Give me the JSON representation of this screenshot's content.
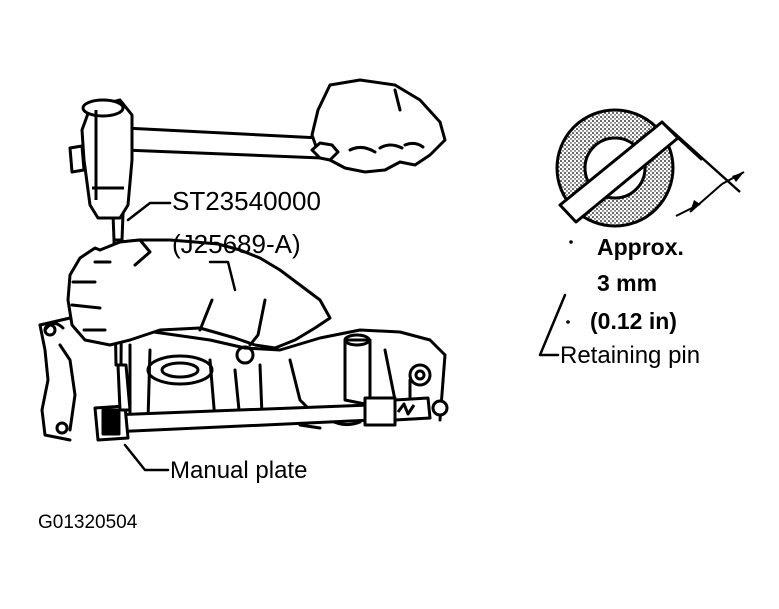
{
  "labels": {
    "tool_number": "ST23540000",
    "tool_alt_number": "(J25689-A)",
    "manual_plate": "Manual plate",
    "approx": "Approx.",
    "depth_mm": "3 mm",
    "depth_in": "(0.12 in)",
    "retaining_pin": "Retaining pin"
  },
  "figure_code": "G01320504",
  "colors": {
    "ink": "#000000",
    "paper": "#ffffff",
    "stipple": "#8a8a8a"
  }
}
